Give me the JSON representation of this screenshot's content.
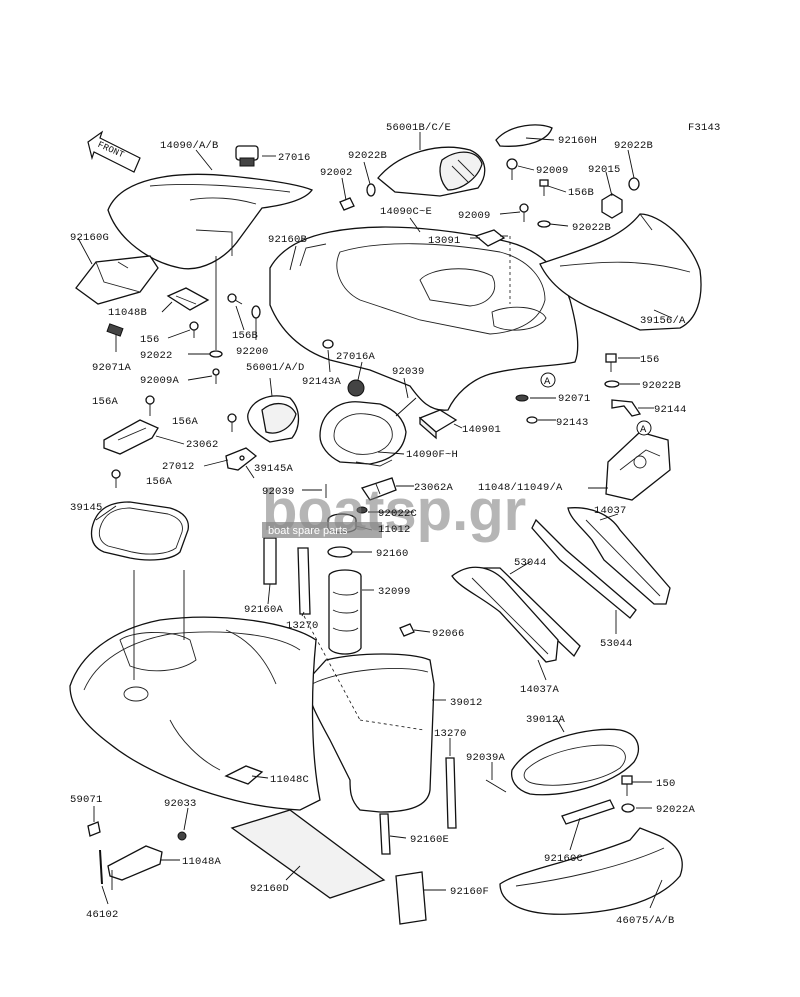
{
  "figure_code": "F3143",
  "front_label": "FRONT",
  "callout_marker": "A",
  "watermark": {
    "brand": "boatsp.gr",
    "tagline": "boat spare parts"
  },
  "labels": {
    "p14090AB": "14090/A/B",
    "p27016": "27016",
    "p56001BCE": "56001B/C/E",
    "p92160H": "92160H",
    "p92022B_a": "92022B",
    "p92022B_b": "92022B",
    "p92022B_c": "92022B",
    "p92022B_d": "92022B",
    "p92002": "92002",
    "p92009_a": "92009",
    "p92009_b": "92009",
    "p92015": "92015",
    "p156B_a": "156B",
    "p156B_b": "156B",
    "p14090CE": "14090C~E",
    "p13091": "13091",
    "p92160G": "92160G",
    "p92160B": "92160B",
    "p11048B": "11048B",
    "p156_a": "156",
    "p156_b": "156",
    "p92200": "92200",
    "p92022": "92022",
    "p92071A": "92071A",
    "p92009A": "92009A",
    "p92143A": "92143A",
    "p27016A": "27016A",
    "p56001AD": "56001/A/D",
    "p92039_a": "92039",
    "p92039_b": "92039",
    "p156A_a": "156A",
    "p156A_b": "156A",
    "p156A_c": "156A",
    "p23062": "23062",
    "p140901": "140901",
    "p27012": "27012",
    "p39145A": "39145A",
    "p14090FH": "14090F~H",
    "p23062A": "23062A",
    "p92022C": "92022C",
    "p11012": "11012",
    "p92160_a": "92160",
    "p39145": "39145",
    "p92071": "92071",
    "p92143": "92143",
    "p92144": "92144",
    "p11048_11049A": "11048/11049/A",
    "p39156A": "39156/A",
    "p14037": "14037",
    "p14037A": "14037A",
    "p53044_a": "53044",
    "p53044_b": "53044",
    "p32099": "32099",
    "p92160A": "92160A",
    "p13270_a": "13270",
    "p13270_b": "13270",
    "p92066": "92066",
    "p39012": "39012",
    "p39012A": "39012A",
    "p92039A": "92039A",
    "p150": "150",
    "p92022A": "92022A",
    "p92160C": "92160C",
    "p59071": "59071",
    "p92033": "92033",
    "p11048C": "11048C",
    "p11048A": "11048A",
    "p46102": "46102",
    "p92160E": "92160E",
    "p92160D": "92160D",
    "p92160F": "92160F",
    "p46075AB": "46075/A/B"
  }
}
